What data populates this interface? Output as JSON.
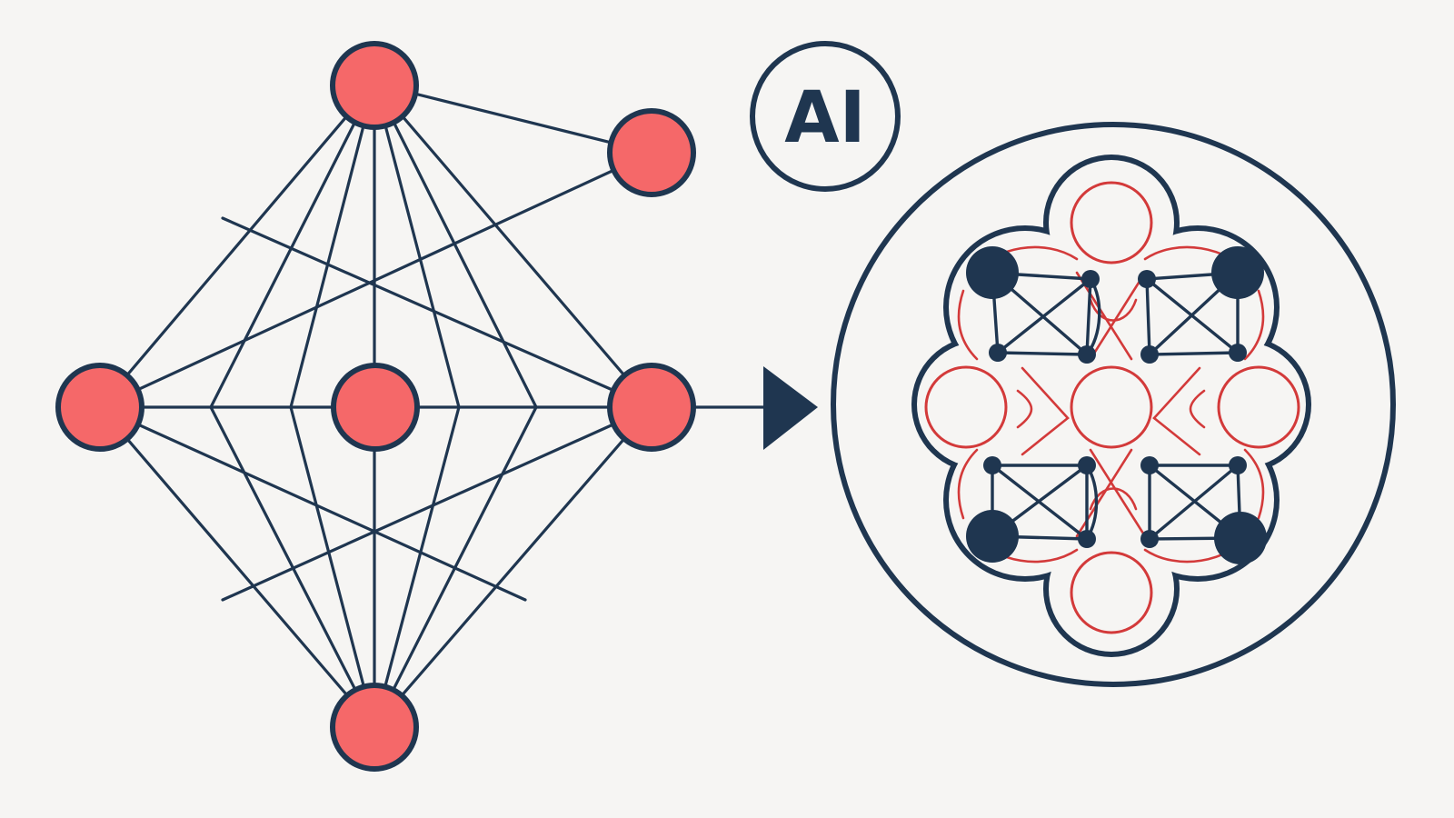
{
  "ai_badge": {
    "text": "AI"
  },
  "colors": {
    "background": "#f6f5f3",
    "ink": "#1f3650",
    "node_fill": "#f56869",
    "accent_red": "#d33a3a"
  },
  "icons": {
    "network_nodes": "circle",
    "arrow": "right-triangle-arrow",
    "brain_cluster": "flower-shaped-cluster"
  }
}
